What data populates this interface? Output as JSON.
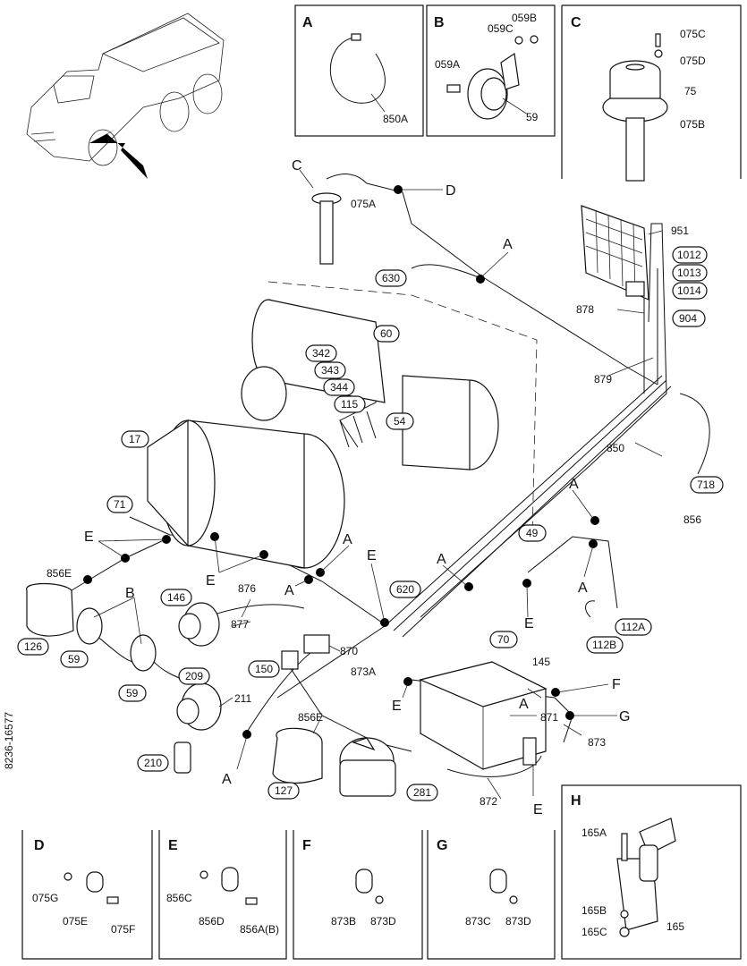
{
  "drawing_number": "8236-16577",
  "detail_boxes": {
    "A": {
      "letter": "A",
      "parts": [
        "850A"
      ]
    },
    "B": {
      "letter": "B",
      "parts": [
        "059B",
        "059C",
        "059A",
        "59"
      ]
    },
    "C": {
      "letter": "C",
      "parts": [
        "075C",
        "075D",
        "75",
        "075B"
      ]
    },
    "D": {
      "letter": "D",
      "parts": [
        "075G",
        "075E",
        "075F"
      ]
    },
    "E": {
      "letter": "E",
      "parts": [
        "856C",
        "856D",
        "856A(B)"
      ]
    },
    "F": {
      "letter": "F",
      "parts": [
        "873B",
        "873D"
      ]
    },
    "G": {
      "letter": "G",
      "parts": [
        "873C",
        "873D"
      ]
    },
    "H": {
      "letter": "H",
      "parts": [
        "165A",
        "165B",
        "165C",
        "165"
      ]
    }
  },
  "main": {
    "pill_labels": [
      "630",
      "60",
      "342",
      "343",
      "344",
      "115",
      "54",
      "17",
      "71",
      "49",
      "620",
      "146",
      "150",
      "209",
      "210",
      "127",
      "281",
      "126",
      "59",
      "59",
      "1012",
      "1013",
      "1014",
      "904",
      "718",
      "112A",
      "112B",
      "70"
    ],
    "plain_labels": [
      "075A",
      "951",
      "878",
      "879",
      "850",
      "856",
      "876",
      "877",
      "870",
      "145",
      "873A",
      "856E",
      "871",
      "873",
      "872",
      "211",
      "856E"
    ],
    "callout_letters": [
      "C",
      "D",
      "A",
      "A",
      "E",
      "E",
      "A",
      "A",
      "E",
      "E",
      "E",
      "E",
      "A",
      "A",
      "A",
      "A",
      "B",
      "F",
      "G",
      "E",
      "H",
      "A"
    ]
  }
}
